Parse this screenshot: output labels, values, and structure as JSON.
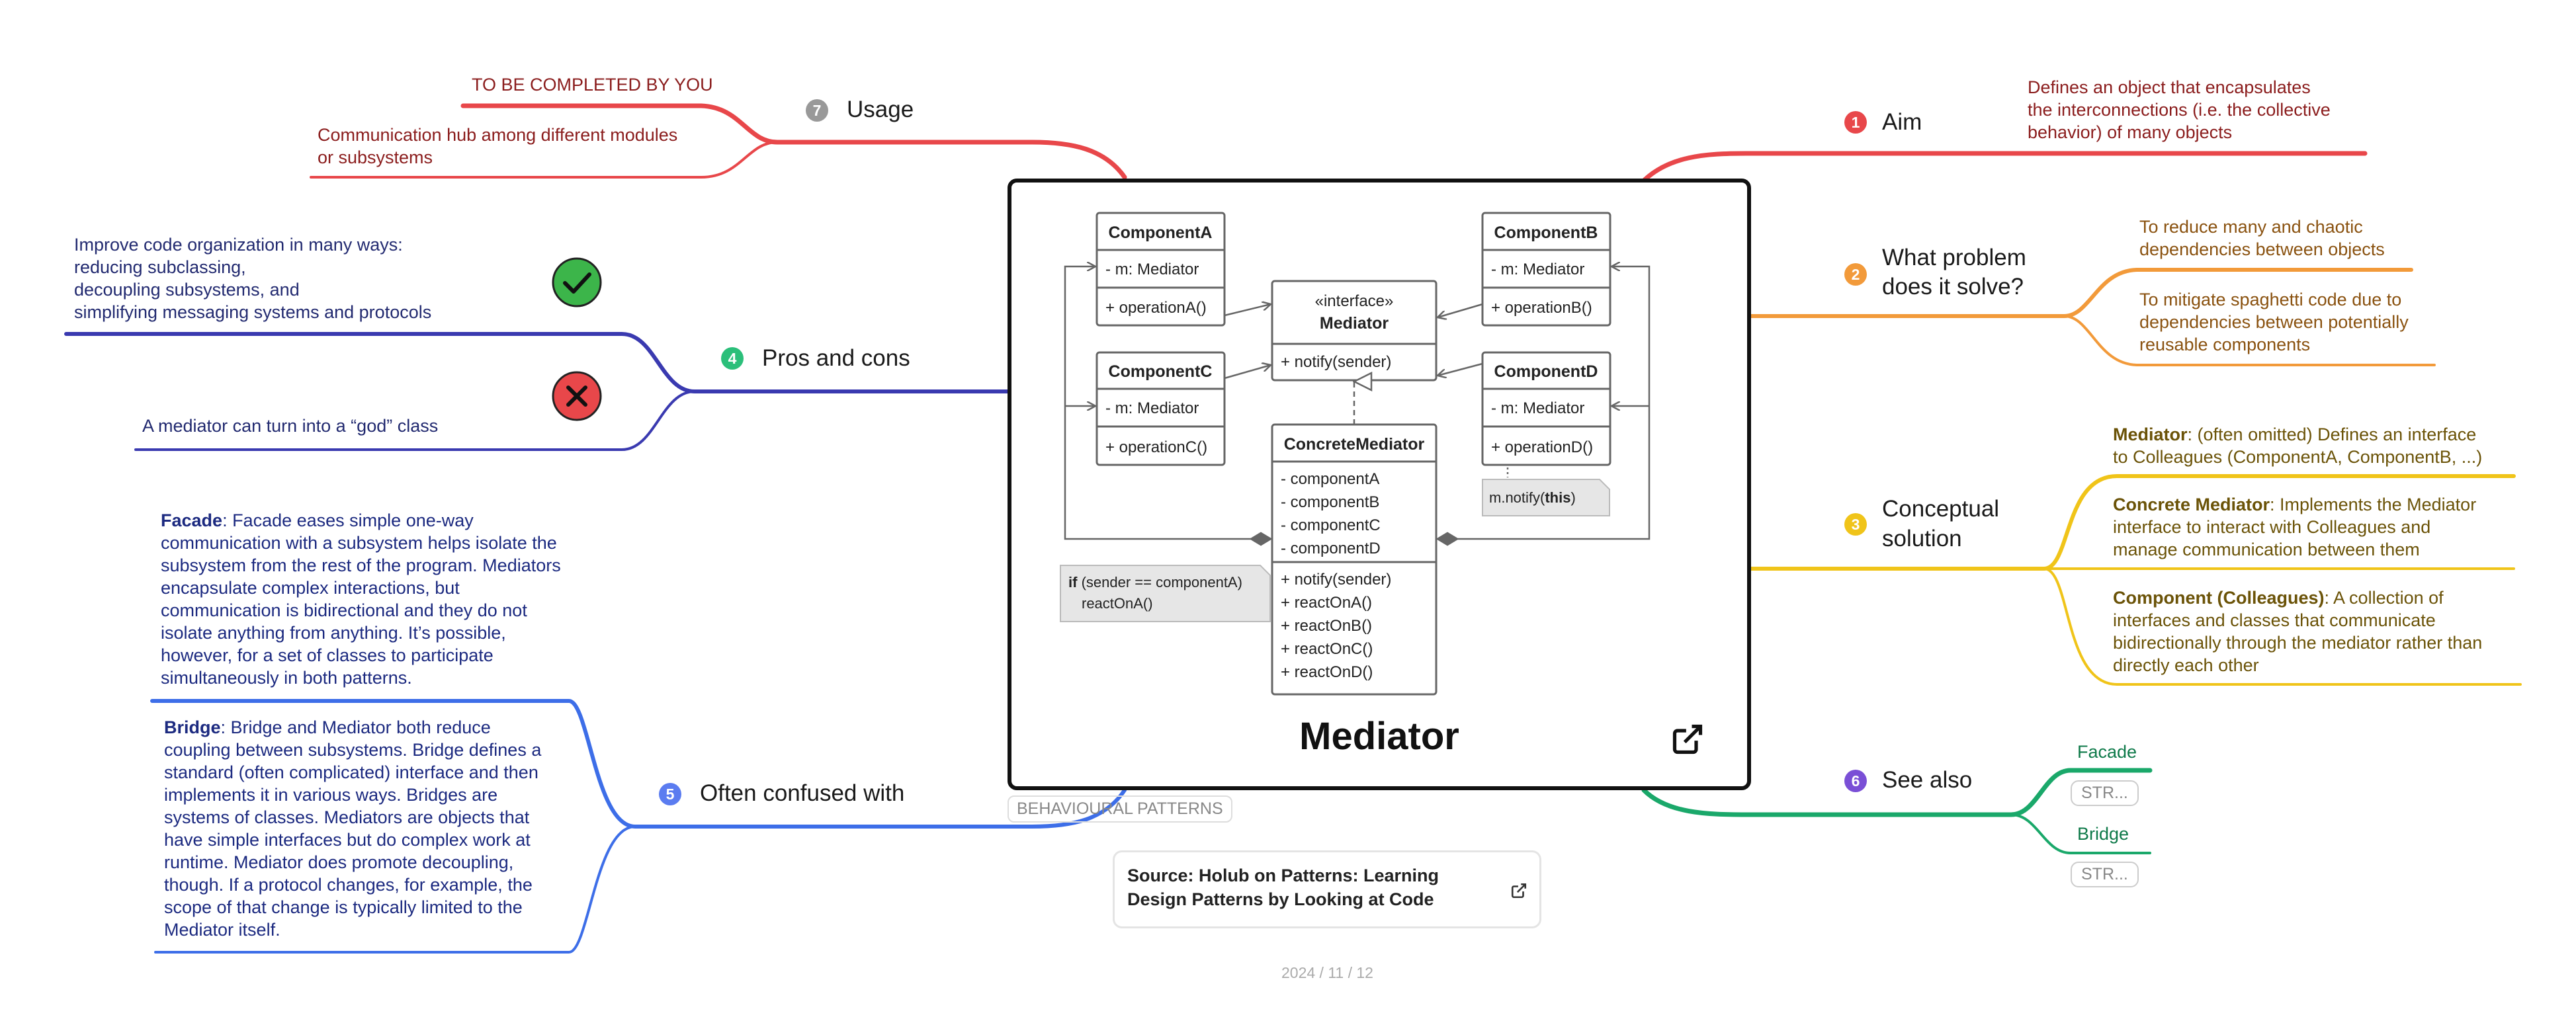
{
  "center": {
    "title": "Mediator",
    "tag": "BEHAVIOURAL PATTERNS",
    "source": "Source: Holub on Patterns: Learning Design Patterns by Looking at Code",
    "date": "2024 / 11 / 12"
  },
  "uml": {
    "component_a": {
      "name": "ComponentA",
      "field": "- m: Mediator",
      "op": "+ operationA()"
    },
    "component_b": {
      "name": "ComponentB",
      "field": "- m: Mediator",
      "op": "+ operationB()"
    },
    "component_c": {
      "name": "ComponentC",
      "field": "- m: Mediator",
      "op": "+ operationC()"
    },
    "component_d": {
      "name": "ComponentD",
      "field": "- m: Mediator",
      "op": "+ operationD()"
    },
    "mediator": {
      "stereotype": "«interface»",
      "name": "Mediator",
      "op": "+ notify(sender)"
    },
    "concrete": {
      "name": "ConcreteMediator",
      "fields": [
        "- componentA",
        "- componentB",
        "- componentC",
        "- componentD"
      ],
      "ops": [
        "+ notify(sender)",
        "+ reactOnA()",
        "+ reactOnB()",
        "+ reactOnC()",
        "+ reactOnD()"
      ]
    },
    "note_left": {
      "kw": "if",
      "line1": " (sender == componentA)",
      "line2": "reactOnA()"
    },
    "note_right": {
      "pre": "m.notify(",
      "kw": "this",
      "post": ")"
    }
  },
  "branches": {
    "aim": {
      "num": "1",
      "label": "Aim",
      "lines": [
        "Defines an object that encapsulates",
        "the interconnections (i.e. the collective",
        "behavior) of many objects"
      ]
    },
    "problem": {
      "num": "2",
      "label1": "What problem",
      "label2": "does it solve?",
      "item1": [
        "To reduce many and chaotic",
        "dependencies between objects"
      ],
      "item2": [
        "To mitigate spaghetti code due to",
        "dependencies between potentially",
        "reusable components"
      ]
    },
    "solution": {
      "num": "3",
      "label1": "Conceptual",
      "label2": "solution",
      "mediator": {
        "bold": "Mediator",
        "rest1": ": (often omitted) Defines an interface",
        "rest2": "to Colleagues (ComponentA, ComponentB, ...)"
      },
      "concrete": {
        "bold": "Concrete Mediator",
        "rest1": ": Implements the Mediator",
        "rest2": "interface to interact with Colleagues and",
        "rest3": "manage communication between them"
      },
      "colleagues": {
        "bold": "Component (Colleagues)",
        "rest1": ": A collection of",
        "rest2": "interfaces and classes that communicate",
        "rest3": "bidirectionally through the mediator rather than",
        "rest4": "directly each other"
      }
    },
    "pros": {
      "num": "4",
      "label": "Pros and cons",
      "pro_lines": [
        "Improve code organization in many ways:",
        "reducing subclassing,",
        "decoupling subsystems, and",
        "simplifying messaging systems and protocols"
      ],
      "con": "A mediator can turn into a “god” class"
    },
    "confused": {
      "num": "5",
      "label": "Often confused with",
      "facade_bold": "Facade",
      "facade_text": ": Facade eases simple one-way communication with a subsystem helps isolate the subsystem from the rest of the program. Mediators encapsulate complex interactions, but communication is bidirectional and they do not isolate anything from anything. It’s possible, however, for a set of classes to participate simultaneously in both patterns.",
      "bridge_bold": "Bridge",
      "bridge_text": ": Bridge and Mediator both reduce coupling between subsystems. Bridge defines a standard (often complicated) interface and then implements it in various ways. Bridges are systems of classes. Mediators are objects that have simple interfaces but do complex work at runtime. Mediator does promote decoupling, though. If a protocol changes, for example, the scope of that change is typically limited to the Mediator itself."
    },
    "see_also": {
      "num": "6",
      "label": "See also",
      "items": [
        {
          "name": "Facade",
          "tag": "STR..."
        },
        {
          "name": "Bridge",
          "tag": "STR..."
        }
      ]
    },
    "usage": {
      "num": "7",
      "label": "Usage",
      "item1": "TO BE COMPLETED BY YOU",
      "item2": [
        "Communication hub among different modules",
        "or subsystems"
      ]
    }
  },
  "colors": {
    "aim": "#e8474a",
    "problem": "#f29a3a",
    "solution": "#f0c419",
    "pros": "#3a3ab0",
    "confused": "#3d6ee8",
    "see_also": "#1aa86a",
    "usage": "#e8474a",
    "usage_badge": "#999999",
    "pros_badge": "#2bbf7a",
    "confused_badge": "#5b7cf0",
    "see_also_badge": "#7a4fd6"
  }
}
